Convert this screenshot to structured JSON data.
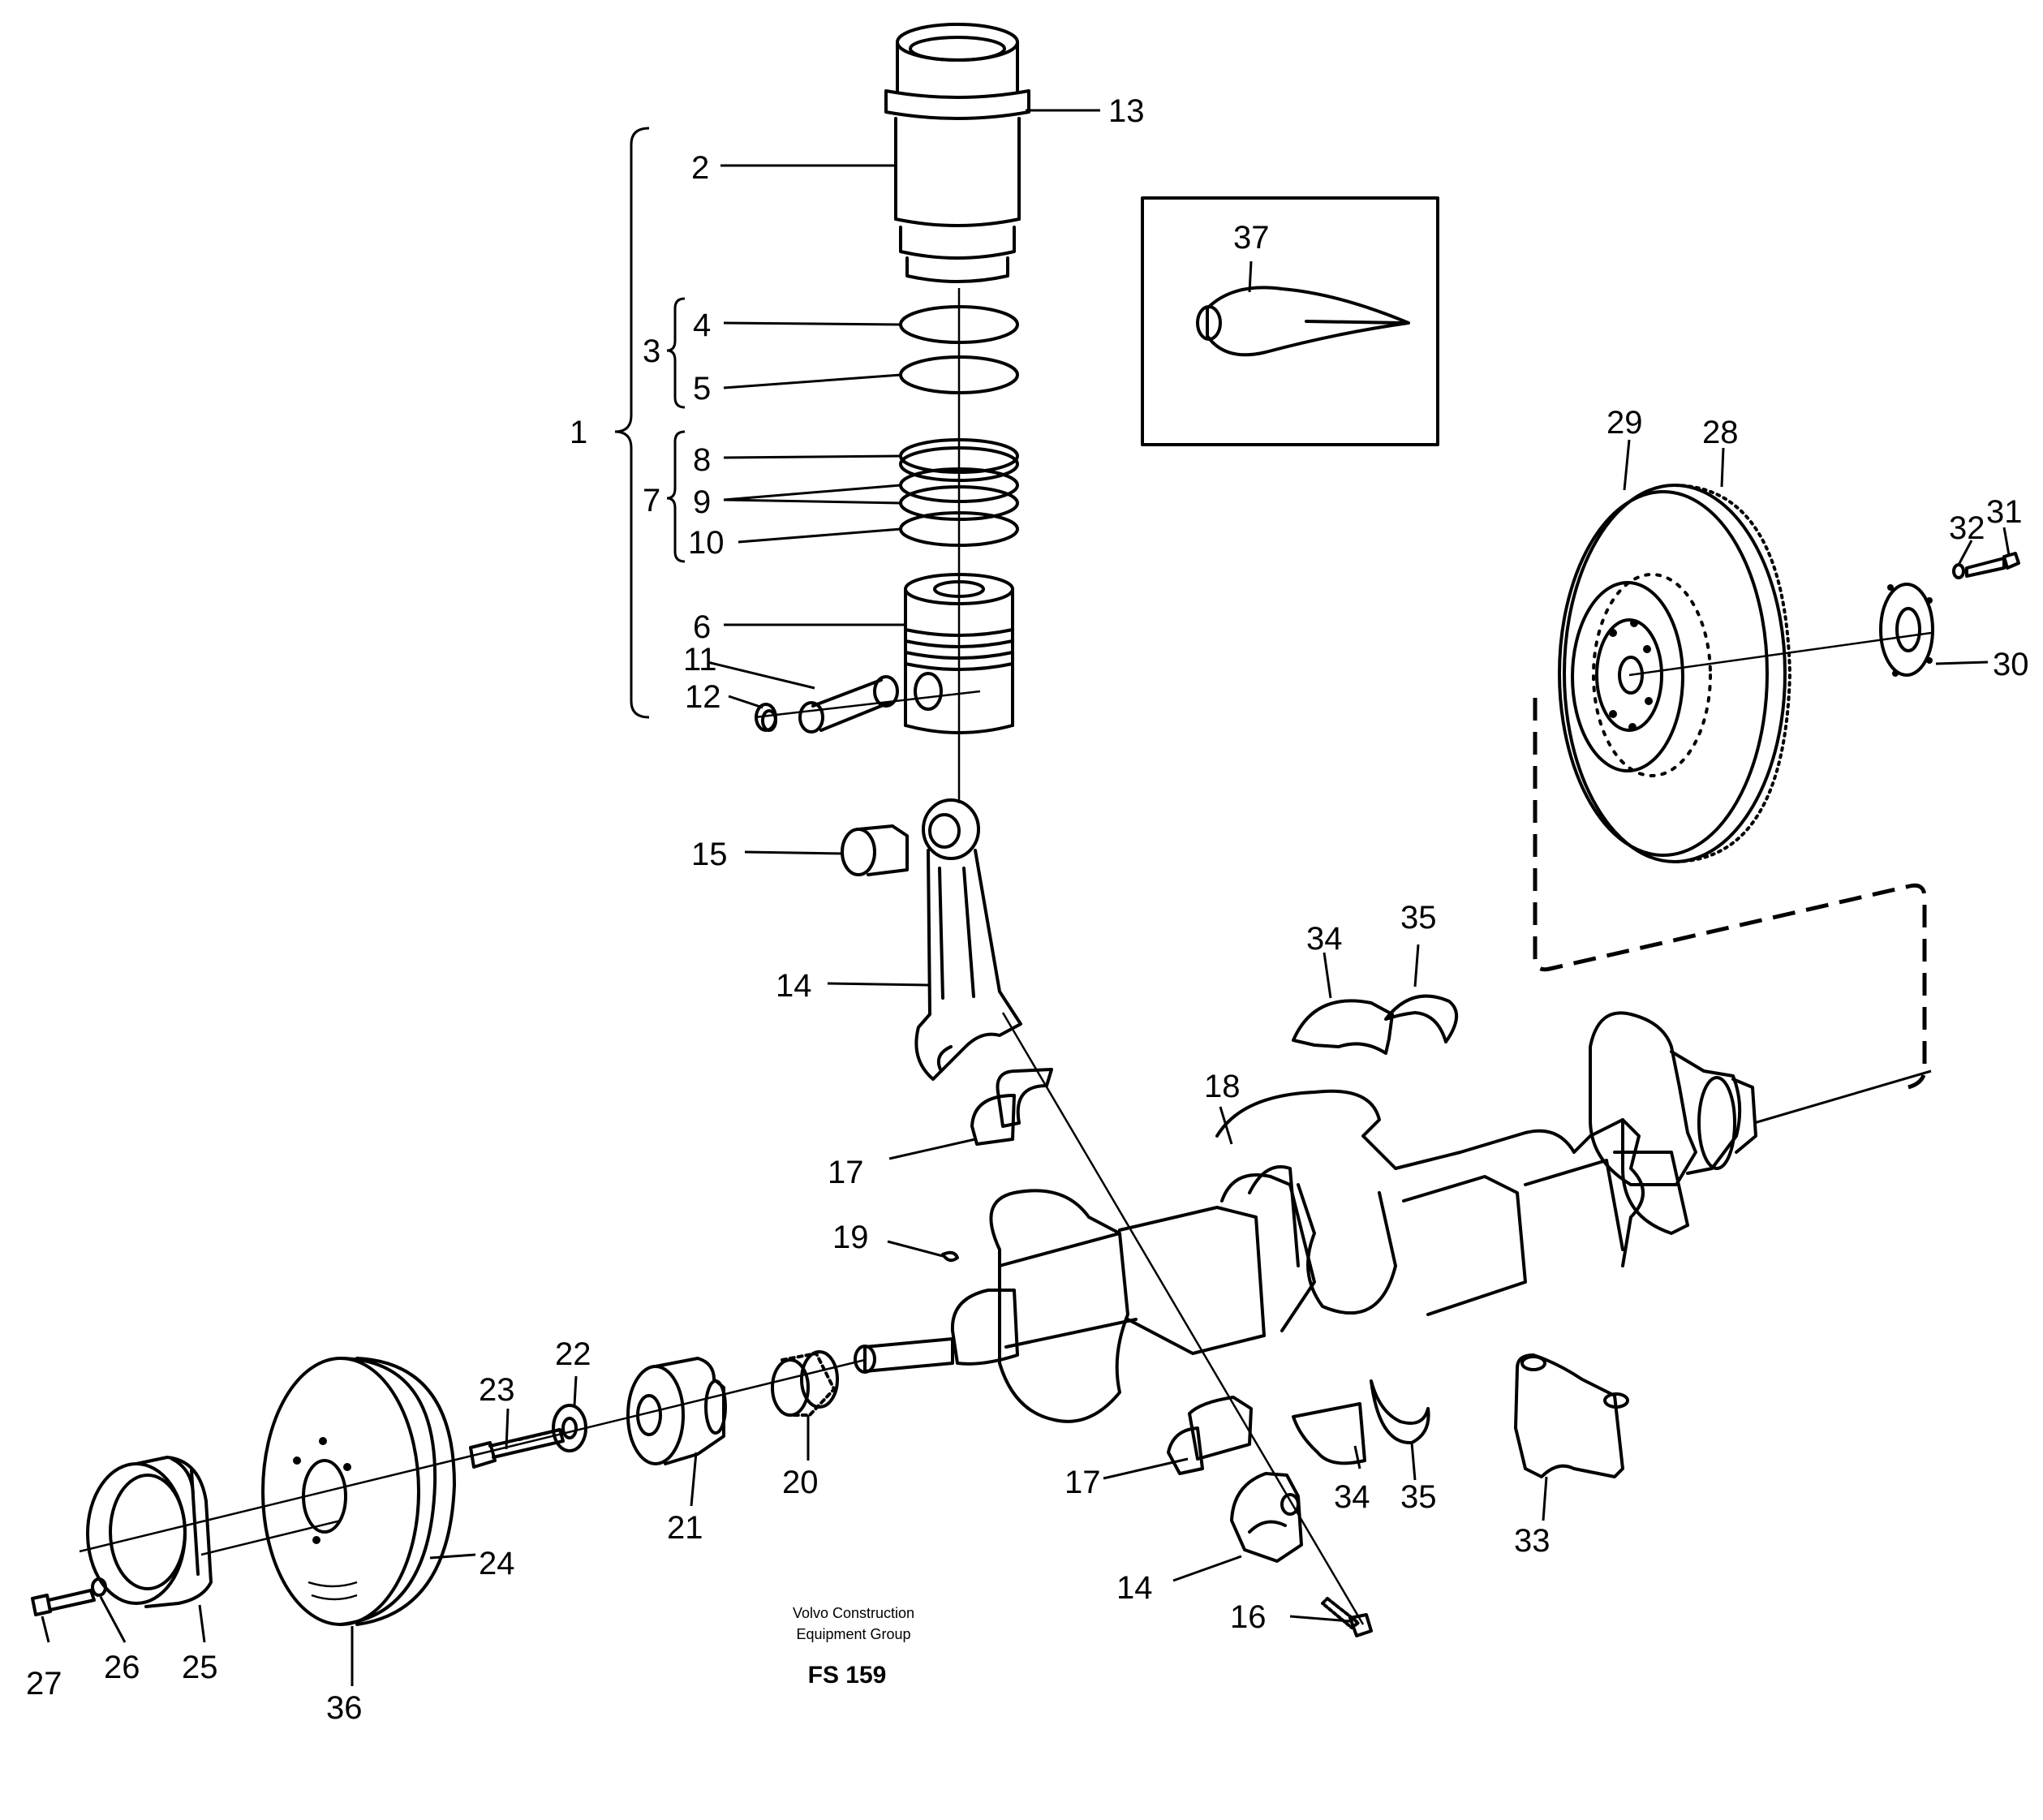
{
  "figure": {
    "code": "FS 159",
    "publisher_line1": "Volvo Construction",
    "publisher_line2": "Equipment Group"
  },
  "callouts": {
    "c1": "1",
    "c2": "2",
    "c3": "3",
    "c4": "4",
    "c5": "5",
    "c6": "6",
    "c7": "7",
    "c8": "8",
    "c9": "9",
    "c10": "10",
    "c11": "11",
    "c12": "12",
    "c13": "13",
    "c14a": "14",
    "c14b": "14",
    "c15": "15",
    "c16": "16",
    "c17a": "17",
    "c17b": "17",
    "c18": "18",
    "c19": "19",
    "c20": "20",
    "c21": "21",
    "c22": "22",
    "c23": "23",
    "c24": "24",
    "c25": "25",
    "c26": "26",
    "c27": "27",
    "c28": "28",
    "c29": "29",
    "c30": "30",
    "c31": "31",
    "c32": "32",
    "c33": "33",
    "c34a": "34",
    "c34b": "34",
    "c35a": "35",
    "c35b": "35",
    "c36": "36",
    "c37": "37"
  }
}
